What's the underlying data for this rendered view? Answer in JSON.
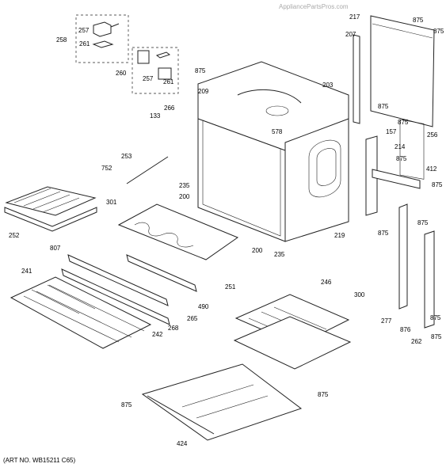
{
  "watermark": "AppliancePartsPros.com",
  "art_number": "(ART NO. WB15211 C65)",
  "part_labels": {
    "p217": "217",
    "p875_a": "875",
    "p875_b": "875",
    "p207": "207",
    "p258": "258",
    "p257_a": "257",
    "p261_a": "261",
    "p260": "260",
    "p257_b": "257",
    "p261_b": "261",
    "p875_c": "875",
    "p209": "209",
    "p203": "203",
    "p875_d": "875",
    "p875_e": "875",
    "p157": "157",
    "p256": "256",
    "p266": "266",
    "p133": "133",
    "p578": "578",
    "p214": "214",
    "p875_f": "875",
    "p412": "412",
    "p875_g": "875",
    "p253": "253",
    "p752": "752",
    "p235_a": "235",
    "p200_a": "200",
    "p301": "301",
    "p219": "219",
    "p875_h": "875",
    "p252": "252",
    "p875_i": "875",
    "p807": "807",
    "p200_b": "200",
    "p235_b": "235",
    "p241": "241",
    "p251": "251",
    "p246": "246",
    "p300": "300",
    "p490": "490",
    "p265": "265",
    "p268": "268",
    "p242": "242",
    "p277": "277",
    "p876": "876",
    "p262": "262",
    "p875_j": "875",
    "p875_k": "875",
    "p875_l": "875",
    "p424": "424",
    "p875_m": "875"
  }
}
